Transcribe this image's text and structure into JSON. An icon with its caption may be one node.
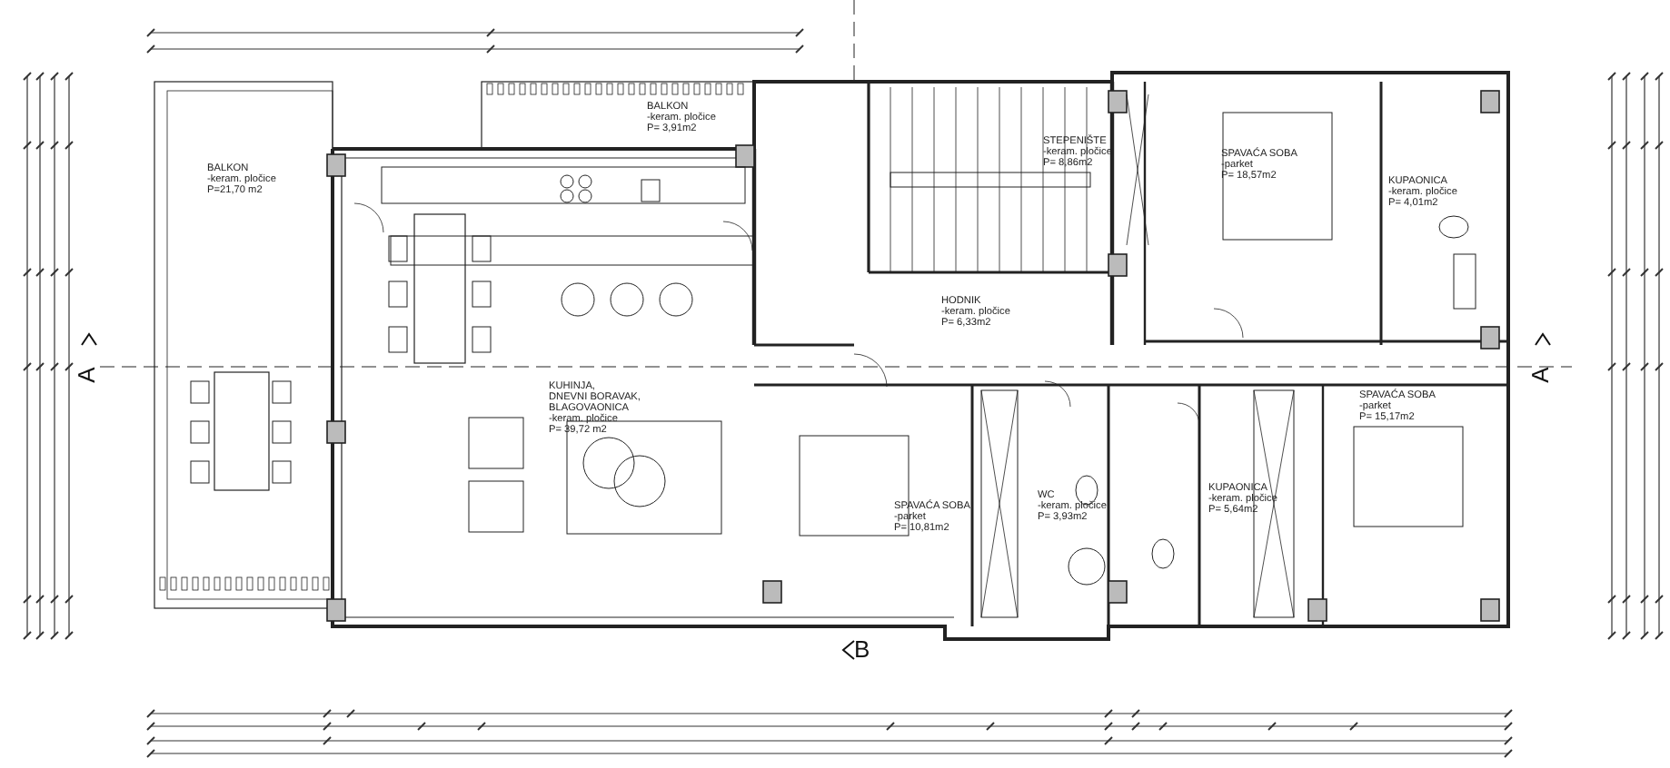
{
  "diagram": {
    "labels": [
      "BALKON",
      "-keram. pločice",
      "P= 3,91m2",
      "STEPENIŠTE",
      "-keram. pločice",
      "P= 8,86m2",
      "SPAVAĆA SOBA",
      "-parket",
      "P= 18,57m2",
      "BALKON",
      "-keram. pločice",
      "P=21,70 m2",
      "KUPAONICA",
      "-keram. pločice",
      "P= 4,01m2",
      "HODNIK",
      "-keram. pločice",
      "P= 6,33m2",
      "KUHINJA,",
      "DNEVNI BORAVAK,",
      "BLAGOVAONICA",
      "-keram. pločice",
      "P= 39,72 m2",
      "SPAVAĆA SOBA",
      "-parket",
      "P= 15,17m2",
      "KUPAONICA",
      "-keram. pločice",
      "P= 5,64m2",
      "WC",
      "-keram. pločice",
      "P= 3,93m2",
      "SPAVAĆA SOBA",
      "-parket",
      "P= 10,81m2",
      "A",
      "A",
      "B"
    ]
  }
}
